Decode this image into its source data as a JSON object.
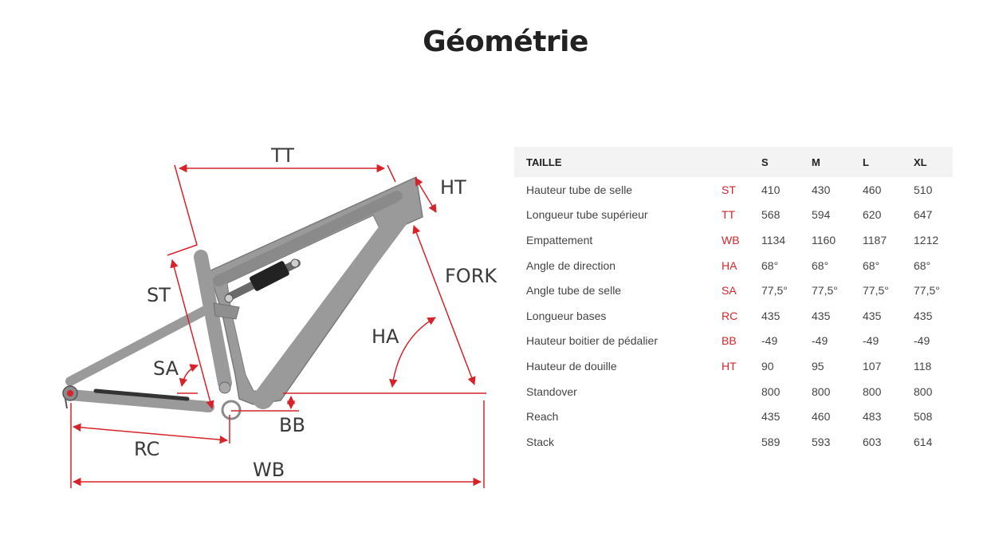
{
  "title": "Géométrie",
  "accent_color": "#d6232a",
  "frame_color": "#9a9a9a",
  "diagram": {
    "labels": {
      "tt": "TT",
      "ht": "HT",
      "st": "ST",
      "fork": "FORK",
      "ha": "HA",
      "sa": "SA",
      "bb": "BB",
      "rc": "RC",
      "wb": "WB"
    }
  },
  "table": {
    "header": {
      "label": "TAILLE",
      "sizes": [
        "S",
        "M",
        "L",
        "XL"
      ]
    },
    "rows": [
      {
        "label": "Hauteur tube de selle",
        "abbr": "ST",
        "values": [
          "410",
          "430",
          "460",
          "510"
        ]
      },
      {
        "label": "Longueur tube supérieur",
        "abbr": "TT",
        "values": [
          "568",
          "594",
          "620",
          "647"
        ]
      },
      {
        "label": "Empattement",
        "abbr": "WB",
        "values": [
          "1134",
          "1160",
          "1187",
          "1212"
        ]
      },
      {
        "label": "Angle de direction",
        "abbr": "HA",
        "values": [
          "68°",
          "68°",
          "68°",
          "68°"
        ]
      },
      {
        "label": "Angle tube de selle",
        "abbr": "SA",
        "values": [
          "77,5°",
          "77,5°",
          "77,5°",
          "77,5°"
        ]
      },
      {
        "label": "Longueur bases",
        "abbr": "RC",
        "values": [
          "435",
          "435",
          "435",
          "435"
        ]
      },
      {
        "label": "Hauteur boitier de pédalier",
        "abbr": "BB",
        "values": [
          "-49",
          "-49",
          "-49",
          "-49"
        ]
      },
      {
        "label": "Hauteur de douille",
        "abbr": "HT",
        "values": [
          "90",
          "95",
          "107",
          "118"
        ]
      },
      {
        "label": "Standover",
        "abbr": "",
        "values": [
          "800",
          "800",
          "800",
          "800"
        ]
      },
      {
        "label": "Reach",
        "abbr": "",
        "values": [
          "435",
          "460",
          "483",
          "508"
        ]
      },
      {
        "label": "Stack",
        "abbr": "",
        "values": [
          "589",
          "593",
          "603",
          "614"
        ]
      }
    ]
  }
}
